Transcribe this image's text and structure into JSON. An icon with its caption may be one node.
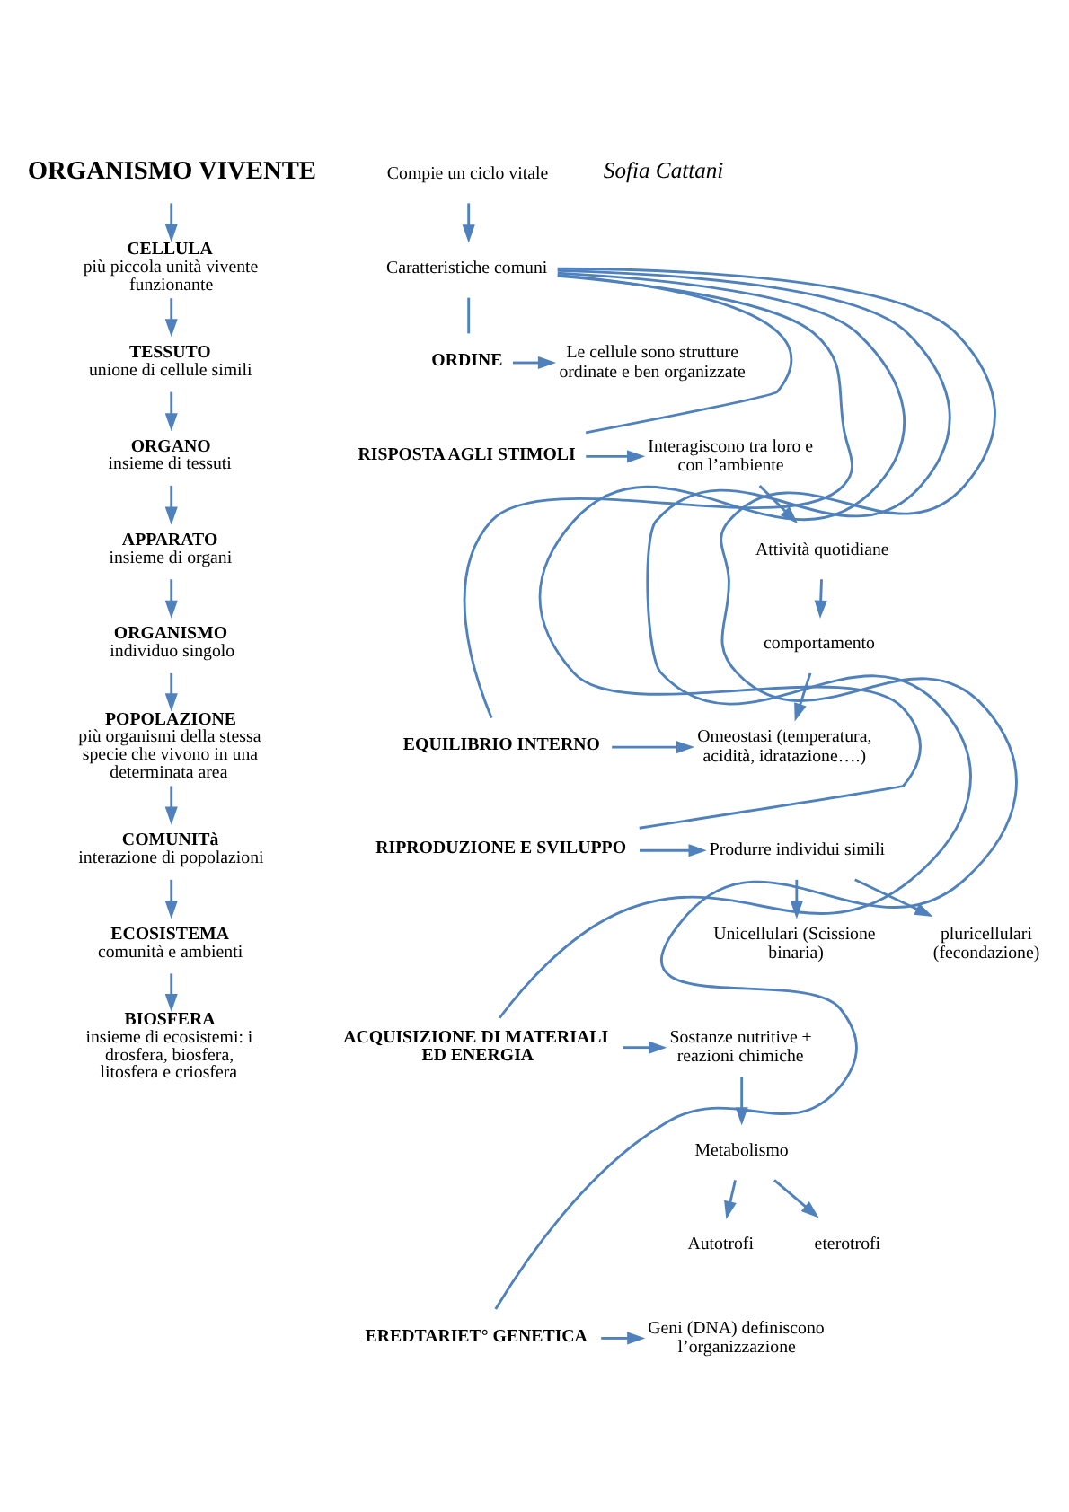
{
  "diagram": {
    "nodes": [
      {
        "text": [
          "ORGANISMO VIVENTE"
        ]
      },
      {
        "text": [
          "Compie un ciclo vitale"
        ]
      },
      {
        "text": [
          "CELLULA",
          "più piccola unità vivente funzionante"
        ]
      },
      {
        "text": [
          "Caratteristiche comuni"
        ]
      },
      {
        "text": [
          "TESSUTO",
          "unione di cellule simili"
        ]
      },
      {
        "text": [
          "ORGANO",
          "insieme di tessuti"
        ]
      },
      {
        "text": [
          "APPARATO",
          "insieme di organi"
        ]
      },
      {
        "text": [
          "ORGANISMO",
          "individuo singolo"
        ]
      },
      {
        "text": [
          "POPOLAZIONE",
          "più organismi della stessa specie che vivono in una determinata area"
        ]
      },
      {
        "text": [
          "COMUNITà",
          "interazione di popolazioni"
        ]
      },
      {
        "text": [
          "ECOSISTEMA",
          "comunità e ambienti"
        ]
      },
      {
        "text": [
          "BIOSFERA",
          "insieme di ecosistemi: i drosfera, biosfera, litosfera e criosfera"
        ]
      },
      {
        "text": [
          "ORDINE"
        ]
      },
      {
        "text": [
          "Le cellule sono strutture ordinate e ben organizzate"
        ]
      },
      {
        "text": [
          "RISPOSTA AGLI STIMOLI"
        ]
      },
      {
        "text": [
          "Interagiscono tra loro e con l’ambiente"
        ]
      },
      {
        "text": [
          "Attività quotidiane"
        ]
      },
      {
        "text": [
          "comportamento"
        ]
      },
      {
        "text": [
          "EQUILIBRIO INTERNO"
        ]
      },
      {
        "text": [
          "Omeostasi (temperatura, acidità, idratazione….)"
        ]
      },
      {
        "text": [
          "RIPRODUZIONE E SVILUPPO"
        ]
      },
      {
        "text": [
          "Produrre individui simili"
        ]
      },
      {
        "text": [
          "Unicellulari (Scissione binaria)"
        ]
      },
      {
        "text": [
          "pluricellulari (fecondazione)"
        ]
      },
      {
        "text": [
          "ACQUISIZIONE DI MATERIALI ED ENERGIA"
        ]
      },
      {
        "text": [
          "Sostanze nutritive + reazioni chimiche"
        ]
      },
      {
        "text": [
          "Metabolismo"
        ]
      },
      {
        "text": [
          "Autotrofi"
        ]
      },
      {
        "text": [
          "eterotrofi"
        ]
      },
      {
        "text": [
          "EREDTARIET° GENETICA"
        ]
      },
      {
        "text": [
          "Geni (DNA) definiscono l’organizzazione"
        ]
      }
    ],
    "edges": [
      {
        "from": 0,
        "to": 2,
        "arrow": "to"
      },
      {
        "from": 1,
        "to": 3,
        "arrow": "to"
      },
      {
        "from": 2,
        "to": 4,
        "arrow": "to"
      },
      {
        "from": 4,
        "to": 5,
        "arrow": "to"
      },
      {
        "from": 5,
        "to": 6,
        "arrow": "to"
      },
      {
        "from": 6,
        "to": 7,
        "arrow": "to"
      },
      {
        "from": 7,
        "to": 8,
        "arrow": "to"
      },
      {
        "from": 8,
        "to": 9,
        "arrow": "to"
      },
      {
        "from": 9,
        "to": 10,
        "arrow": "to"
      },
      {
        "from": 10,
        "to": 11,
        "arrow": "to"
      },
      {
        "from": 3,
        "to": 12,
        "arrow": "none"
      },
      {
        "from": 3,
        "to": 14,
        "arrow": "none"
      },
      {
        "from": 3,
        "to": 18,
        "arrow": "none"
      },
      {
        "from": 3,
        "to": 20,
        "arrow": "none"
      },
      {
        "from": 3,
        "to": 24,
        "arrow": "none"
      },
      {
        "from": 3,
        "to": 29,
        "arrow": "none"
      },
      {
        "from": 12,
        "to": 13,
        "arrow": "to"
      },
      {
        "from": 14,
        "to": 15,
        "arrow": "to"
      },
      {
        "from": 15,
        "to": 16,
        "arrow": "to"
      },
      {
        "from": 16,
        "to": 17,
        "arrow": "to"
      },
      {
        "from": 17,
        "to": 19,
        "arrow": "to"
      },
      {
        "from": 18,
        "to": 19,
        "arrow": "to"
      },
      {
        "from": 20,
        "to": 21,
        "arrow": "to"
      },
      {
        "from": 21,
        "to": 22,
        "arrow": "to"
      },
      {
        "from": 21,
        "to": 23,
        "arrow": "to"
      },
      {
        "from": 24,
        "to": 25,
        "arrow": "to"
      },
      {
        "from": 25,
        "to": 26,
        "arrow": "to"
      },
      {
        "from": 26,
        "to": 27,
        "arrow": "to"
      },
      {
        "from": 26,
        "to": 28,
        "arrow": "to"
      },
      {
        "from": 29,
        "to": 30,
        "arrow": "to"
      }
    ],
    "labels": [
      "Sofia Cattani"
    ]
  }
}
